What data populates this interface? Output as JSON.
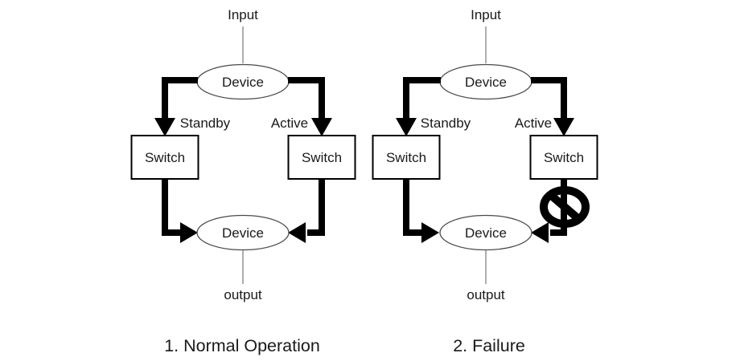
{
  "colors": {
    "background": "#ffffff",
    "arrow_black": "#000000",
    "connector_gray": "#999999",
    "node_stroke": "#4a4a4a",
    "text": "#1a1a1a"
  },
  "diagrams": [
    {
      "caption": "1. Normal Operation",
      "input_label": "Input",
      "top_device": "Device",
      "standby_branch": "Standby",
      "active_branch": "Active",
      "standby_switch": "Switch",
      "active_switch": "Switch",
      "bottom_device": "Device",
      "output_label": "output"
    },
    {
      "caption": "2. Failure",
      "input_label": "Input",
      "top_device": "Device",
      "standby_branch": "Standby",
      "active_branch": "Active",
      "standby_switch": "Switch",
      "active_switch": "Switch",
      "bottom_device": "Device",
      "output_label": "output",
      "failure_icon": "prohibition-sign"
    }
  ]
}
